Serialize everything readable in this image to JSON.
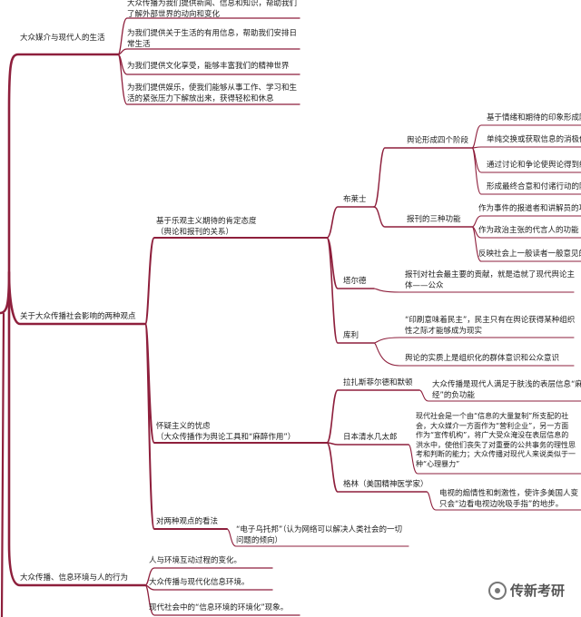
{
  "nodes": {
    "n1": "大众媒介与现代人的生活",
    "n1a": "大众传播为我们提供新闻、信息和知识，帮助我们\n了解外部世界的动向和变化",
    "n1b": "为我们提供关于生活的有用信息，帮助我们安排日\n常生活",
    "n1c": "为我们提供文化享受，能够丰富我们的精神世界",
    "n1d": "为我们提供娱乐，使我们能够从事工作、学习和生\n活的紧张压力下解放出来，获得轻松和休息",
    "n2": "关于大众传播社会影响的两种观点",
    "n2a": "基于乐观主义期待的肯定态度\n（舆论和报刊的关系）",
    "bryce": "布莱士",
    "stages": "舆论形成四个阶段",
    "s1": "基于情绪和期待的印象形成阶",
    "s2": "单纯交换或获取信息的消极传",
    "s3": "通过讨论和争论使舆论得到结",
    "s4": "形成最终合意和付诸行动的阶",
    "funcs": "报刊的三种功能",
    "f1": "作为事件的报道者和讲解员的功",
    "f2": "作为政治主张的代言人的功能",
    "f3": "反映社会上一般读者一般意见的",
    "tarde": "塔尔德",
    "tarde1": "报刊对社会最主要的贡献，就是造就了现代舆论主\n体——公众",
    "cooley": "库利",
    "cooley1": "“印刷意味着民主”，民主只有在舆论获得某种组织\n性之际才能够成为现实",
    "cooley2": "舆论的实质上是组织化的群体意识和公众意识",
    "n2b": "怀疑主义的忧虑\n（大众传播作为舆论工具和“麻醉作用”）",
    "laz": "拉扎斯菲尔德和默顿",
    "laz1": "大众传播是现代人满足于肤浅的表层信息“麻醉\n经”的负功能",
    "shimizu": "日本清水几太郎",
    "shimizu1": "现代社会是一个由“信息的大量复制”所支配的社\n会，大众媒介一方面作为“营利企业”，另一方面\n作为“宣传机构”，将广大受众淹没在表层信息的\n洪水中，使他们丧失了对重要的公共事务的理性思\n考和判断的能力；大众传播对现代人来说类似于一\n种“心理暴力”",
    "green": "格林（美国精神医学家）",
    "green1": "电视的煽情性和刺激性，使许多美国人变\n只会“边看电视边吮吸手指”的地步。",
    "n2c": "对两种观点的看法",
    "n2c1": "“电子乌托邦”（认为网络可以解决人类社会的一切\n问题的倾向）",
    "n3": "大众传播、信息环境与人的行为",
    "n3a": "人与环境互动过程的变化。",
    "n3b": "大众传播与现代化信息环境。",
    "n3c": "现代社会中的“信息环境的环境化”现象。"
  },
  "watermark": "传新考研",
  "colors": {
    "branch": "#8e1f3c",
    "text": "#1c1c1c"
  }
}
